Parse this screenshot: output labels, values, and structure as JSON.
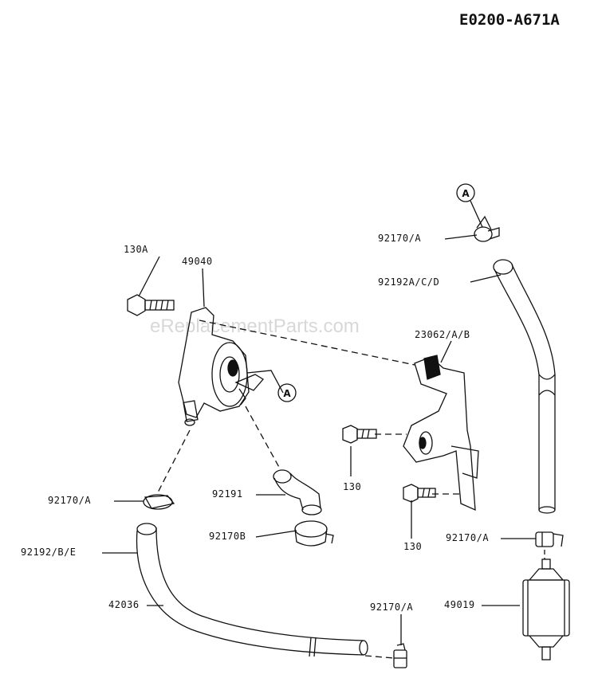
{
  "diagram_code": "E0200-A671A",
  "watermark": "eReplacementParts.com",
  "callout_letter": "A",
  "labels": {
    "p130A": "130A",
    "p49040": "49040",
    "p92170A_top": "92170/A",
    "p92192ACD": "92192A/C/D",
    "p23062AB": "23062/A/B",
    "p92170A_left": "92170/A",
    "p92191": "92191",
    "p92170B": "92170B",
    "p130_upper": "130",
    "p130_lower": "130",
    "p92170A_right": "92170/A",
    "p92192BE": "92192/B/E",
    "p49019": "49019",
    "p42036": "42036",
    "p92170A_bottom": "92170/A"
  }
}
